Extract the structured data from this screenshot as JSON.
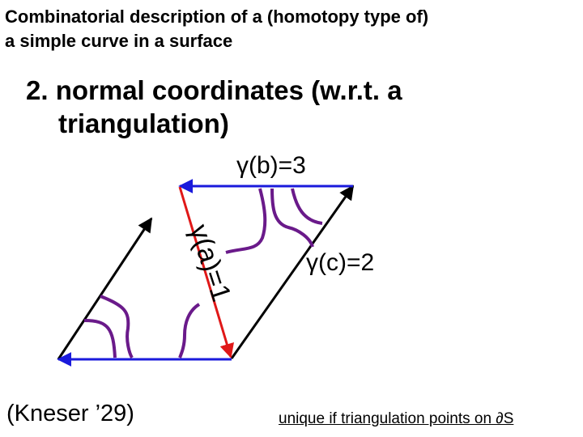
{
  "title": {
    "line1": "Combinatorial description of a (homotopy type of)",
    "line2": "a simple curve in a surface"
  },
  "heading": {
    "line1": "2. normal coordinates (w.r.t. a",
    "line2": "triangulation)"
  },
  "labels": {
    "b": "γ(b)=3",
    "a": "γ(a)=1",
    "c": "γ(c)=2"
  },
  "credit": "(Kneser ’29)",
  "note": "unique if triangulation points on ∂S",
  "colors": {
    "edge_black": "#000000",
    "edge_blue": "#1a1adc",
    "edge_red": "#e01818",
    "curve": "#6a1a8a"
  }
}
